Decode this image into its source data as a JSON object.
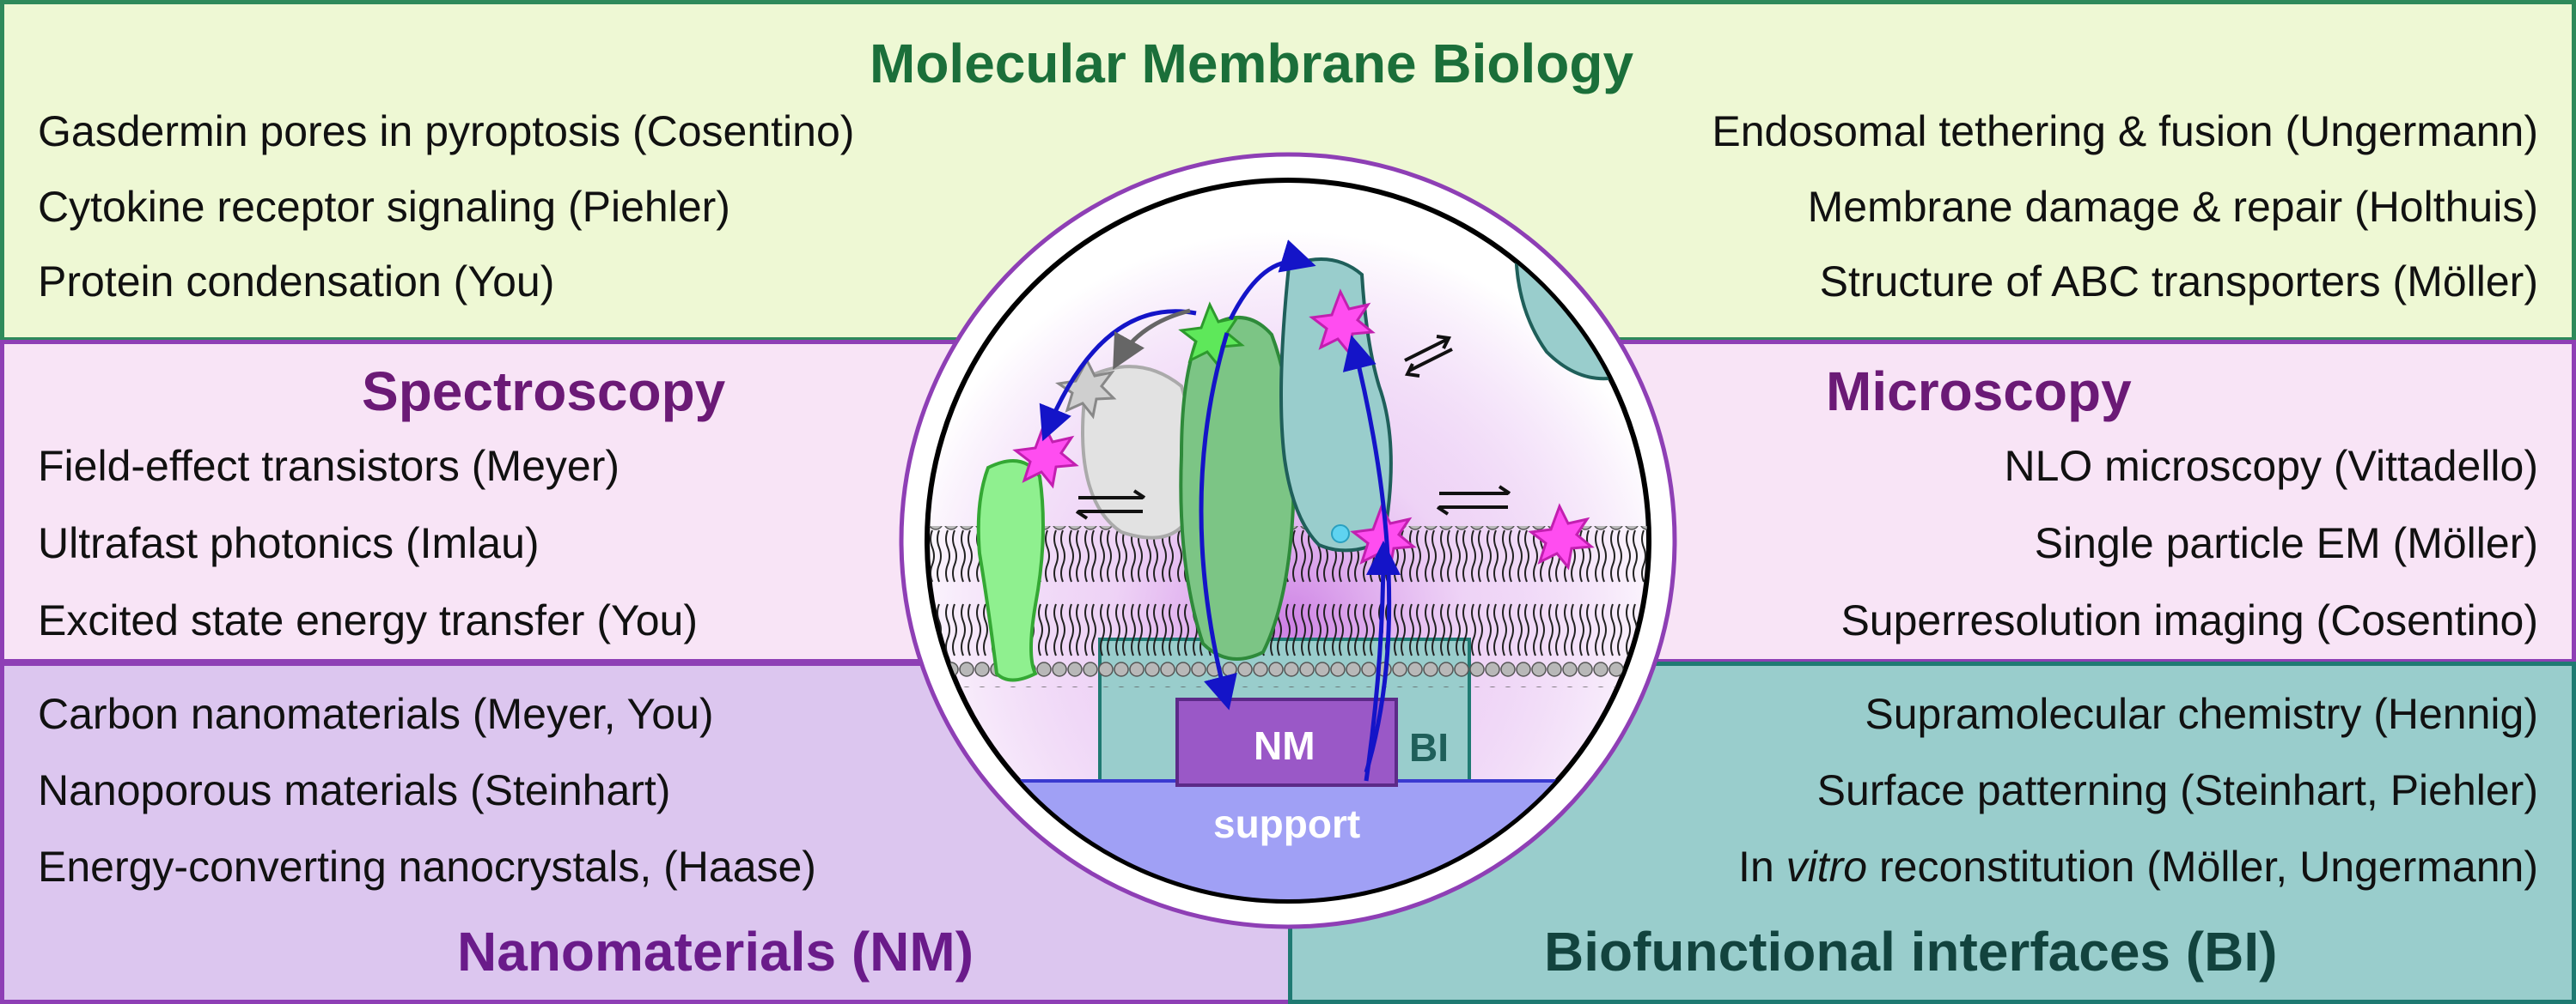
{
  "colors": {
    "mmb_fill": "#eef8d4",
    "mmb_border": "#2e8a5b",
    "mmb_title": "#1b6f3a",
    "spec_fill": "#f8e4f6",
    "spec_border": "#8e3fb5",
    "spec_title": "#6b1a76",
    "nano_fill": "#dcc6ef",
    "nano_border": "#8e3fb5",
    "nano_title": "#6a1b8a",
    "bio_fill": "#99cdcc",
    "bio_border": "#1f7a72",
    "bio_title": "#12433e"
  },
  "sections": {
    "mmb": {
      "title": "Molecular Membrane Biology",
      "left": [
        "Gasdermin pores in pyroptosis (Cosentino)",
        "Cytokine receptor signaling (Piehler)",
        "Protein condensation (You)"
      ],
      "right": [
        "Endosomal tethering & fusion (Ungermann)",
        "Membrane damage & repair (Holthuis)",
        "Structure of ABC transporters (Möller)"
      ]
    },
    "spectroscopy": {
      "title": "Spectroscopy",
      "items": [
        "Field-effect transistors (Meyer)",
        "Ultrafast photonics (Imlau)",
        "Excited state energy transfer (You)"
      ]
    },
    "microscopy": {
      "title": "Microscopy",
      "items": [
        "NLO microscopy (Vittadello)",
        "Single particle EM (Möller)",
        "Superresolution imaging (Cosentino)"
      ]
    },
    "nanomaterials": {
      "title": "Nanomaterials (NM)",
      "items": [
        "Carbon nanomaterials (Meyer, You)",
        "Nanoporous materials (Steinhart)",
        "Energy-converting nanocrystals, (Haase)"
      ]
    },
    "biofunctional": {
      "title": "Biofunctional interfaces (BI)",
      "items": [
        "Supramolecular chemistry (Hennig)",
        "Surface patterning (Steinhart, Piehler)"
      ],
      "last_item": {
        "before": "In ",
        "italic": "vitro",
        "after": " reconstitution (Möller, Ungermann)"
      }
    }
  },
  "center": {
    "nm_label": "NM",
    "bi_label": "BI",
    "support_label": "support"
  }
}
